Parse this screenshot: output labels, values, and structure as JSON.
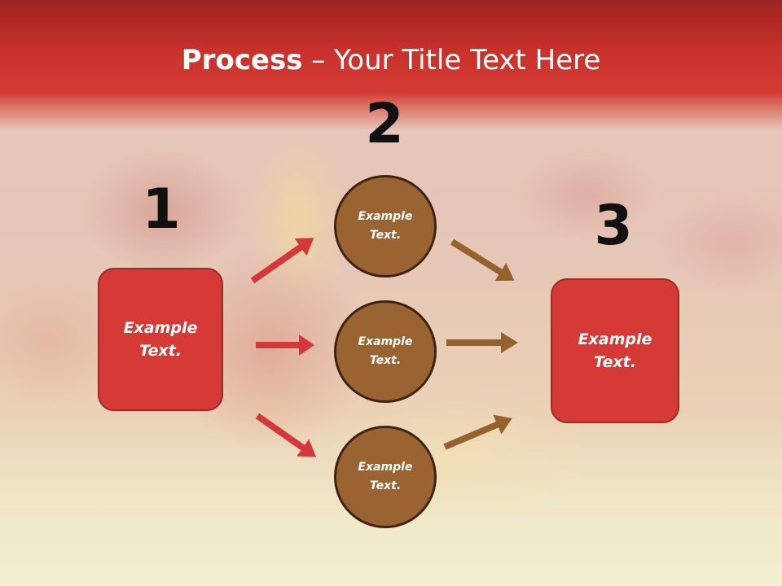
{
  "title": {
    "bold": "Process",
    "rest": " – Your Title Text Here"
  },
  "steps": {
    "one": {
      "number": "1",
      "text": "Example Text."
    },
    "two": {
      "number": "2",
      "circles": [
        {
          "text": "Example Text."
        },
        {
          "text": "Example Text."
        },
        {
          "text": "Example Text."
        }
      ]
    },
    "three": {
      "number": "3",
      "text": "Example Text."
    }
  },
  "colors": {
    "header": "#c9312c",
    "box": "#d63a37",
    "circle": "#9a6432",
    "red_arrow": "#d3393a",
    "brown_arrow": "#94622f"
  }
}
